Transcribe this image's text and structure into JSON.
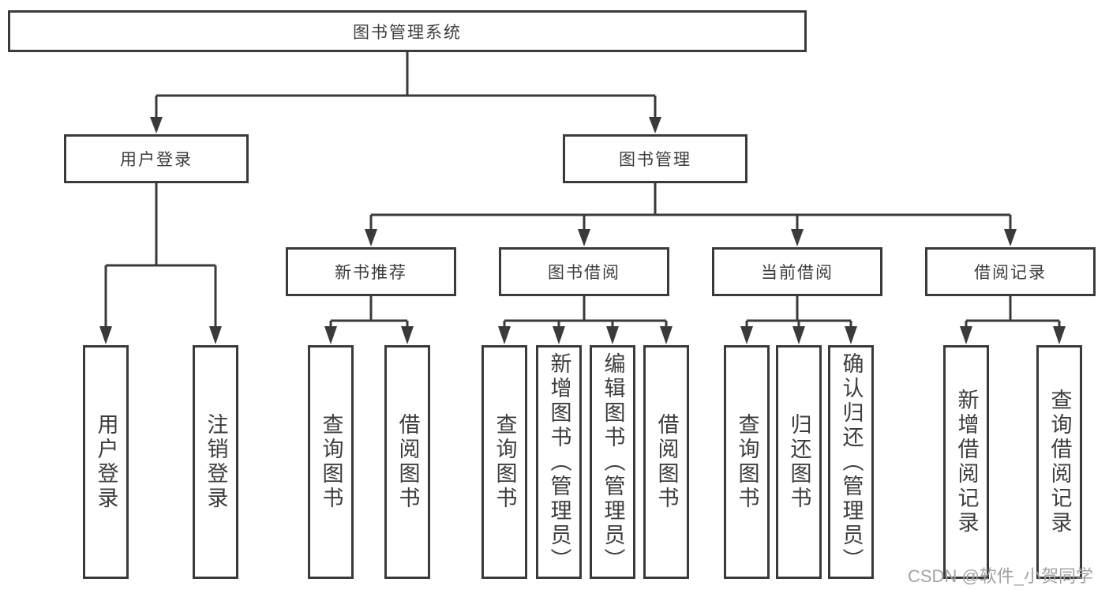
{
  "diagram": {
    "root": {
      "label": "图书管理系统"
    },
    "level2": [
      {
        "label": "用户登录"
      },
      {
        "label": "图书管理"
      }
    ],
    "level3": [
      {
        "label": "新书推荐"
      },
      {
        "label": "图书借阅"
      },
      {
        "label": "当前借阅"
      },
      {
        "label": "借阅记录"
      }
    ],
    "leaves": {
      "user_login": [
        "用户登录",
        "注销登录"
      ],
      "new_book": [
        "查询图书",
        "借阅图书"
      ],
      "book_borrow": [
        "查询图书",
        "新增图书（管理员）",
        "编辑图书（管理员）",
        "借阅图书"
      ],
      "current_borrow": [
        "查询图书",
        "归还图书",
        "确认归还（管理员）"
      ],
      "borrow_records": [
        "新增借阅记录",
        "查询借阅记录"
      ]
    }
  },
  "watermark": {
    "text": "CSDN @软件_小贺同学"
  },
  "colors": {
    "stroke": "#3a3a3a",
    "text": "#3d3d3d",
    "background": "#ffffff",
    "watermark": "#a3a3a3"
  }
}
